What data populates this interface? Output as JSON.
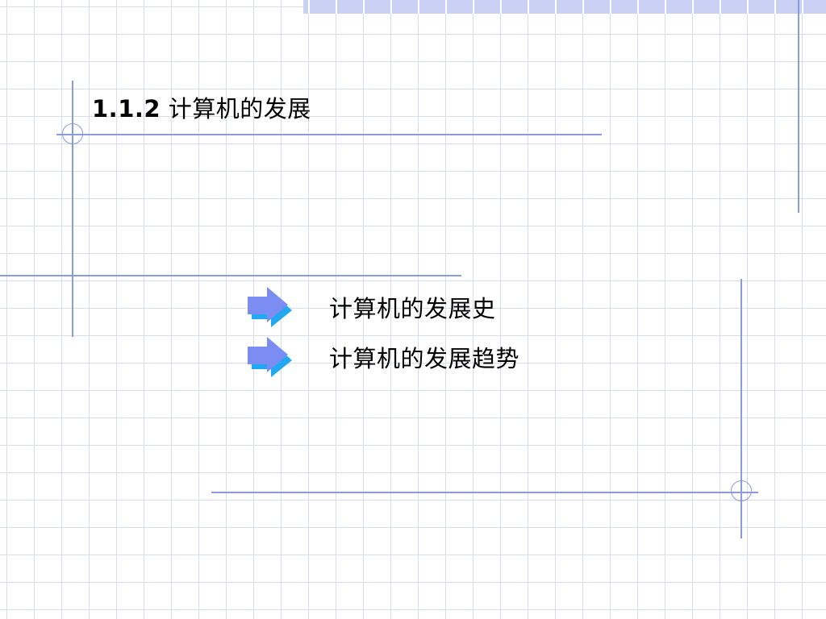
{
  "slide": {
    "title_number": "1.1.2",
    "title_text": "计算机的发展",
    "items": [
      {
        "label": "计算机的发展史",
        "icon": "arrow-right-icon"
      },
      {
        "label": "计算机的发展趋势",
        "icon": "arrow-right-icon"
      }
    ]
  },
  "colors": {
    "accent_line": "#8a9be0",
    "arrow_face": "#7b8cf2",
    "arrow_shadow": "#20a8f0",
    "grid": "#d9dcea",
    "band": "#c9d0f3"
  }
}
